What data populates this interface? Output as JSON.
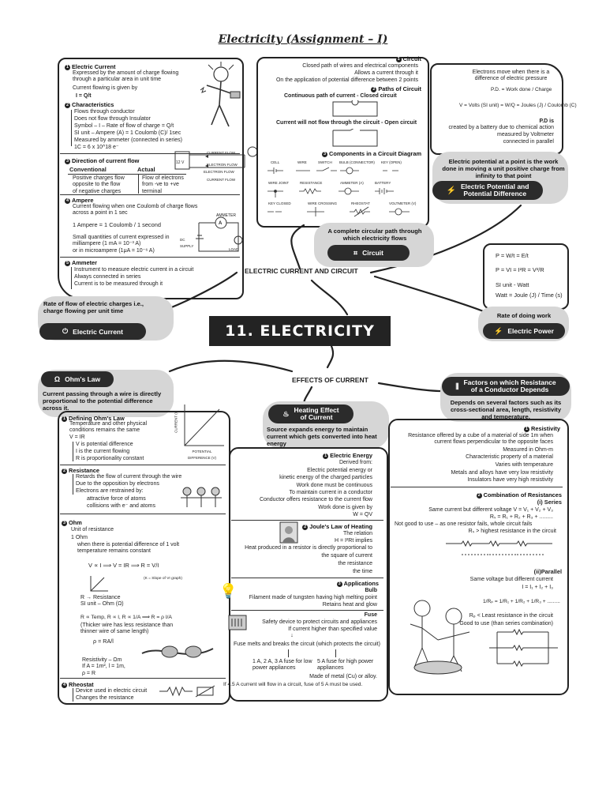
{
  "title": "Electricity (Assignment – I)",
  "center_banner": "11. ELECTRICITY",
  "electric_current_and_circuit": "ELECTRIC CURRENT AND CIRCUIT",
  "effects_of_current": "EFFECTS OF CURRENT",
  "left_top": {
    "s1_title": "Electric Current",
    "s1_text": "Expressed by the amount of charge flowing\nthrough a particular area in unit time",
    "s1_given": "Current flowing is given by",
    "s1_formula": "I = Q/t",
    "s2_title": "Characteristics",
    "s2_items": [
      "Flows through conductor",
      "Does not flow through Insulator",
      "Symbol – I – Rate of flow of charge = Q/t",
      "SI unit – Ampere (A) = 1 Coulomb (C)/ 1sec",
      "Measured by ammeter (connected in series)",
      "1C = 6 x 10^18 e⁻"
    ],
    "s3_title": "Direction of current flow",
    "s3_conv": "Conventional",
    "s3_conv_text": "Positive charges flow\nopposite to the flow\nof negative charges",
    "s3_actual": "Actual",
    "s3_actual_text": "Flow of electrons\nfrom -ve to +ve\nterminal",
    "s3_diagram": [
      "CURRENT FLOW",
      "ELECTRON FLOW",
      "ELECTRON FLOW",
      "CURRENT FLOW",
      "12 V"
    ],
    "s4_title": "Ampere",
    "s4_text": "Current flowing when one Coulomb of charge flows\nacross a point in 1 sec",
    "s4_formula": "1 Ampere = 1 Coulomb / 1 second",
    "s4_small": "Small quantities of current expressed in\nmilliampere (1 mA = 10⁻³ A)\nor in microampere (1μA = 10⁻⁶ A)",
    "s4_diagram": [
      "AMMETER",
      "A",
      "DC SUPPLY",
      "LOAD"
    ],
    "s5_title": "Ammeter",
    "s5_items": [
      "Instrument to measure electric current in a circuit",
      "Always connected in series",
      "Current is to be measured through it"
    ]
  },
  "circuit_box": {
    "s1_title": "Circuit",
    "s1_items": [
      "Closed path of wires and electrical components",
      "Allows a current through it",
      "On the application of potential difference between 2 points"
    ],
    "s2_title": "Paths of Circuit",
    "s2_closed": "Continuous path of current - Closed circuit",
    "s2_open": "Current will not flow through the circuit - Open circuit",
    "s3_title": "Components in a Circuit Diagram",
    "components": [
      "CELL",
      "WIRE",
      "SWITCH",
      "BULB (CONNECTOR)",
      "KEY (OPEN)",
      "WIRE JOINT",
      "RESISTANCE",
      "AMMETER (A)",
      "BATTERY",
      "KEY CLOSED",
      "WIRE CROSSING",
      "RHEOSTAT",
      "VOLTMETER (V)"
    ]
  },
  "pd_box": {
    "line1": "Electrons move when there is a\ndifference of electric pressure",
    "pd_formula": "P.D. = Work done / Charge",
    "volt_formula": "V = Volts (SI unit) = W/Q = Joules (J) / Coulomb (C)",
    "pd_is": "P.D is",
    "pd_items": [
      "created by a battery due to chemical action",
      "measured by Voltmeter",
      "connected in parallel"
    ]
  },
  "clouds": {
    "potential_text": "Electric potential at a point is the\nwork done in moving a unit positive\ncharge from infinity to that point",
    "potential_label": "Electric Potential and\nPotential Difference",
    "circuit_text": "A complete circular path\nthrough which electricity flows",
    "circuit_label": "Circuit",
    "current_text": "Rate of flow of electric charges i.e.,\ncharge flowing per unit time",
    "current_label": "Electric Current",
    "power_text": "Rate of doing work",
    "power_label": "Electric Power",
    "ohm_label": "Ohm's Law",
    "ohm_text": "Current passing through a wire is\ndirectly proportional to the potential\ndifference across it.",
    "heating_label": "Heating Effect\nof Current",
    "heating_text": "Source expands energy to maintain\ncurrent which gets converted into\nheat energy",
    "factors_label": "Factors on which Resistance\nof a Conductor Depends",
    "factors_text": "Depends on several factors such as\nits cross-sectional area, length,\nresistivity and temperature."
  },
  "power_box": {
    "p1": "P = W/t = E/t",
    "p2": "P = VI = I²R = V²/R",
    "si": "SI unit - Watt",
    "watt": "Watt = Joule (J) / Time (s)"
  },
  "ohm_box": {
    "s1_title": "Defining Ohm's Law",
    "s1_text": "Temperature and other physical\nconditions remains the same",
    "s1_vir": "V = IR",
    "s1_items": [
      "V is potential difference",
      "I is the current flowing",
      "R is proportionality constant"
    ],
    "graph_y": "CURRENT (I)",
    "graph_x": "POTENTIAL DIFFERENCE (V)",
    "s2_title": "Resistance",
    "s2_items": [
      "Retards the flow of current through the wire",
      "Due to the opposition by electrons",
      "Electrons are restrained by:"
    ],
    "s2_sub": [
      "attractive force of atoms",
      "collisions with e⁻ and atoms"
    ],
    "s3_title": "Ohm",
    "s3_text": "Unit of resistance",
    "s3_one": "1 Ohm",
    "s3_when": "when there is potential difference of 1 volt\ntemperature remains constant",
    "s3_formula": "V ∝ I ⟹ V = IR ⟹ R = V/I",
    "s3_slope": "(K = Slope of VI graph)",
    "s3_r": "R → Resistance\nSI unit – Ohm (Ω)",
    "s3_rho": "R ∝ Temp, R ∝ l, R ∝ 1/A ⟹ R = ρ l/A",
    "s3_thick": "(Thicker wire has less resistance than\nthinner wire of same length)",
    "s3_rho2": "ρ = RA/l",
    "s3_resistivity": "Resistivity – Ωm\nIf A = 1m², l = 1m,\nρ = R",
    "s4_title": "Rheostat",
    "s4_items": [
      "Device used in electric circuit",
      "Changes the resistance"
    ]
  },
  "heating_box": {
    "s1_title": "Electric Energy",
    "s1_items": [
      "Derived from:",
      "Electric potential energy or",
      "kinetic energy of the charged particles",
      "Work done must be continuous",
      "To maintain current in a conductor",
      "Conductor offers resistance to the current flow",
      "Work done is given by",
      "W = QV"
    ],
    "s2_title": "Joule's Law of Heating",
    "s2_items": [
      "The relation",
      "H = I²Rt implies",
      "Heat produced in a resistor is directly proportional to",
      "the square of current",
      "the resistance",
      "the time"
    ],
    "s3_title": "Applications",
    "bulb": "Bulb",
    "bulb_items": [
      "Filament made of tungsten having high melting point",
      "Retains heat and glow"
    ],
    "fuse": "Fuse",
    "fuse_items": [
      "Safety device to protect circuits and appliances",
      "If current higher than specified value",
      "Fuse melts and breaks the circuit (which protects the circuit)"
    ],
    "fuse_low": "1 A, 2 A, 3 A fuse for low\npower appliances",
    "fuse_high": "5 A fuse for high power\nappliances",
    "fuse_metal": "Made of metal (Cu) or alloy.",
    "fuse_note": "If 4.5 A current will flow in a circuit, fuse of 5 A must be used."
  },
  "factors_box": {
    "s1_title": "Resistivity",
    "s1_items": [
      "Resistance offered by a cube of a material of side 1m when\ncurrent flows perpendicular to the opposite faces",
      "Measured in Ohm-m",
      "Characteristic property of a material",
      "Varies with temperature",
      "Metals and alloys have very low resistivity",
      "Insulators have very high resistivity"
    ],
    "s2_title": "Combination of Resistances",
    "series": "(i) Series",
    "series_items": [
      "Same current but different voltage V = V₁ + V₂ + V₃",
      "Rₛ = R₁ + R₂ + R₃ + .........",
      "Not good to use – as one resistor fails, whole circuit fails",
      "Rₛ > highest resistance in the circuit"
    ],
    "parallel": "(ii)Parallel",
    "parallel_items": [
      "Same voltage but different current",
      "I = I₁ + I₂ + I₃",
      "1/Rₚ = 1/R₁ + 1/R₂ + 1/R₃ + .........",
      "Rₚ < Least resistance in the circuit",
      "Good to use (than series combination)"
    ]
  }
}
